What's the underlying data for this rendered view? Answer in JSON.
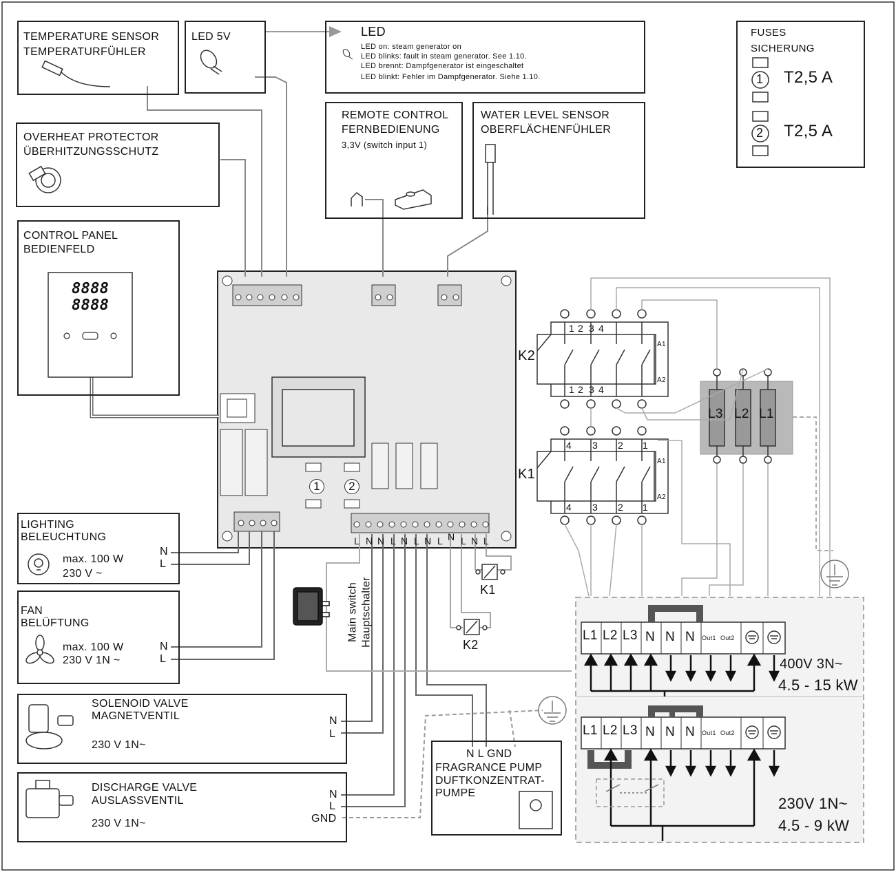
{
  "temp_sensor": {
    "line1": "TEMPERATURE SENSOR",
    "line2": "TEMPERATURFÜHLER"
  },
  "led5v": {
    "title": "LED 5V"
  },
  "led": {
    "title": "LED",
    "line1": "LED on: steam generator on",
    "line2": "LED blinks: fault in steam generator. See 1.10.",
    "line3": "LED brennt: Dampfgenerator ist eingeschaltet",
    "line4": "LED blinkt: Fehler im Dampfgenerator. Siehe 1.10."
  },
  "fuses": {
    "line1": "FUSES",
    "line2": "SICHERUNG",
    "fuse1_num": "1",
    "fuse1_rating": "T2,5 A",
    "fuse2_num": "2",
    "fuse2_rating": "T2,5 A"
  },
  "overheat": {
    "line1": "OVERHEAT PROTECTOR",
    "line2": "ÜBERHITZUNGSSCHUTZ"
  },
  "remote": {
    "line1": "REMOTE CONTROL",
    "line2": "FERNBEDIENUNG",
    "line3": "3,3V (switch input 1)"
  },
  "water_level": {
    "line1": "WATER LEVEL SENSOR",
    "line2": "OBERFLÄCHENFÜHLER"
  },
  "control_panel": {
    "line1": "CONTROL PANEL",
    "line2": "BEDIENFELD",
    "display1": "8888",
    "display2": "8888"
  },
  "lighting": {
    "line1": "LIGHTING",
    "line2": "BELEUCHTUNG",
    "power": "max. 100 W",
    "voltage": "230 V ~",
    "n": "N",
    "l": "L"
  },
  "fan": {
    "line1": "FAN",
    "line2": "BELÜFTUNG",
    "power": "max. 100 W",
    "voltage": "230 V 1N ~",
    "n": "N",
    "l": "L"
  },
  "solenoid": {
    "line1": "SOLENOID VALVE",
    "line2": "MAGNETVENTIL",
    "voltage": "230 V 1N~",
    "n": "N",
    "l": "L"
  },
  "discharge": {
    "line1": "DISCHARGE VALVE",
    "line2": "AUSLASSVENTIL",
    "voltage": "230 V 1N~",
    "n": "N",
    "l": "L",
    "gnd": "GND"
  },
  "fragrance": {
    "terminals": "N L GND",
    "line1": "FRAGRANCE PUMP",
    "line2": "DUFTKONZENTRAT-",
    "line3": "PUMPE"
  },
  "main_switch": {
    "line1": "Main switch",
    "line2": "Hauptschalter"
  },
  "pcb": {
    "bottom_terminals": [
      "L",
      "N",
      "N",
      "L",
      "N",
      "L",
      "N",
      "L",
      "N",
      "L",
      "N",
      "L"
    ],
    "fuse1": "1",
    "fuse2": "2"
  },
  "contactor_k2": {
    "label": "K2",
    "top": [
      "1",
      "2",
      "3",
      "4"
    ],
    "bottom": [
      "1",
      "2",
      "3",
      "4"
    ],
    "a1": "A1",
    "a2": "A2"
  },
  "contactor_k1": {
    "label": "K1",
    "top": [
      "4",
      "3",
      "2",
      "1"
    ],
    "bottom": [
      "4",
      "3",
      "2",
      "1"
    ],
    "a1": "A1",
    "a2": "A2"
  },
  "coil_k1": "K1",
  "coil_k2": "K2",
  "heaters": [
    "L3",
    "L2",
    "L1"
  ],
  "supply": {
    "terminals": [
      "L1",
      "L2",
      "L3",
      "N",
      "N",
      "N",
      "Out1",
      "Out2"
    ],
    "option1_voltage": "400V 3N~",
    "option1_power": "4.5 - 15 kW",
    "option2_voltage": "230V 1N~",
    "option2_power": "4.5 - 9 kW"
  }
}
